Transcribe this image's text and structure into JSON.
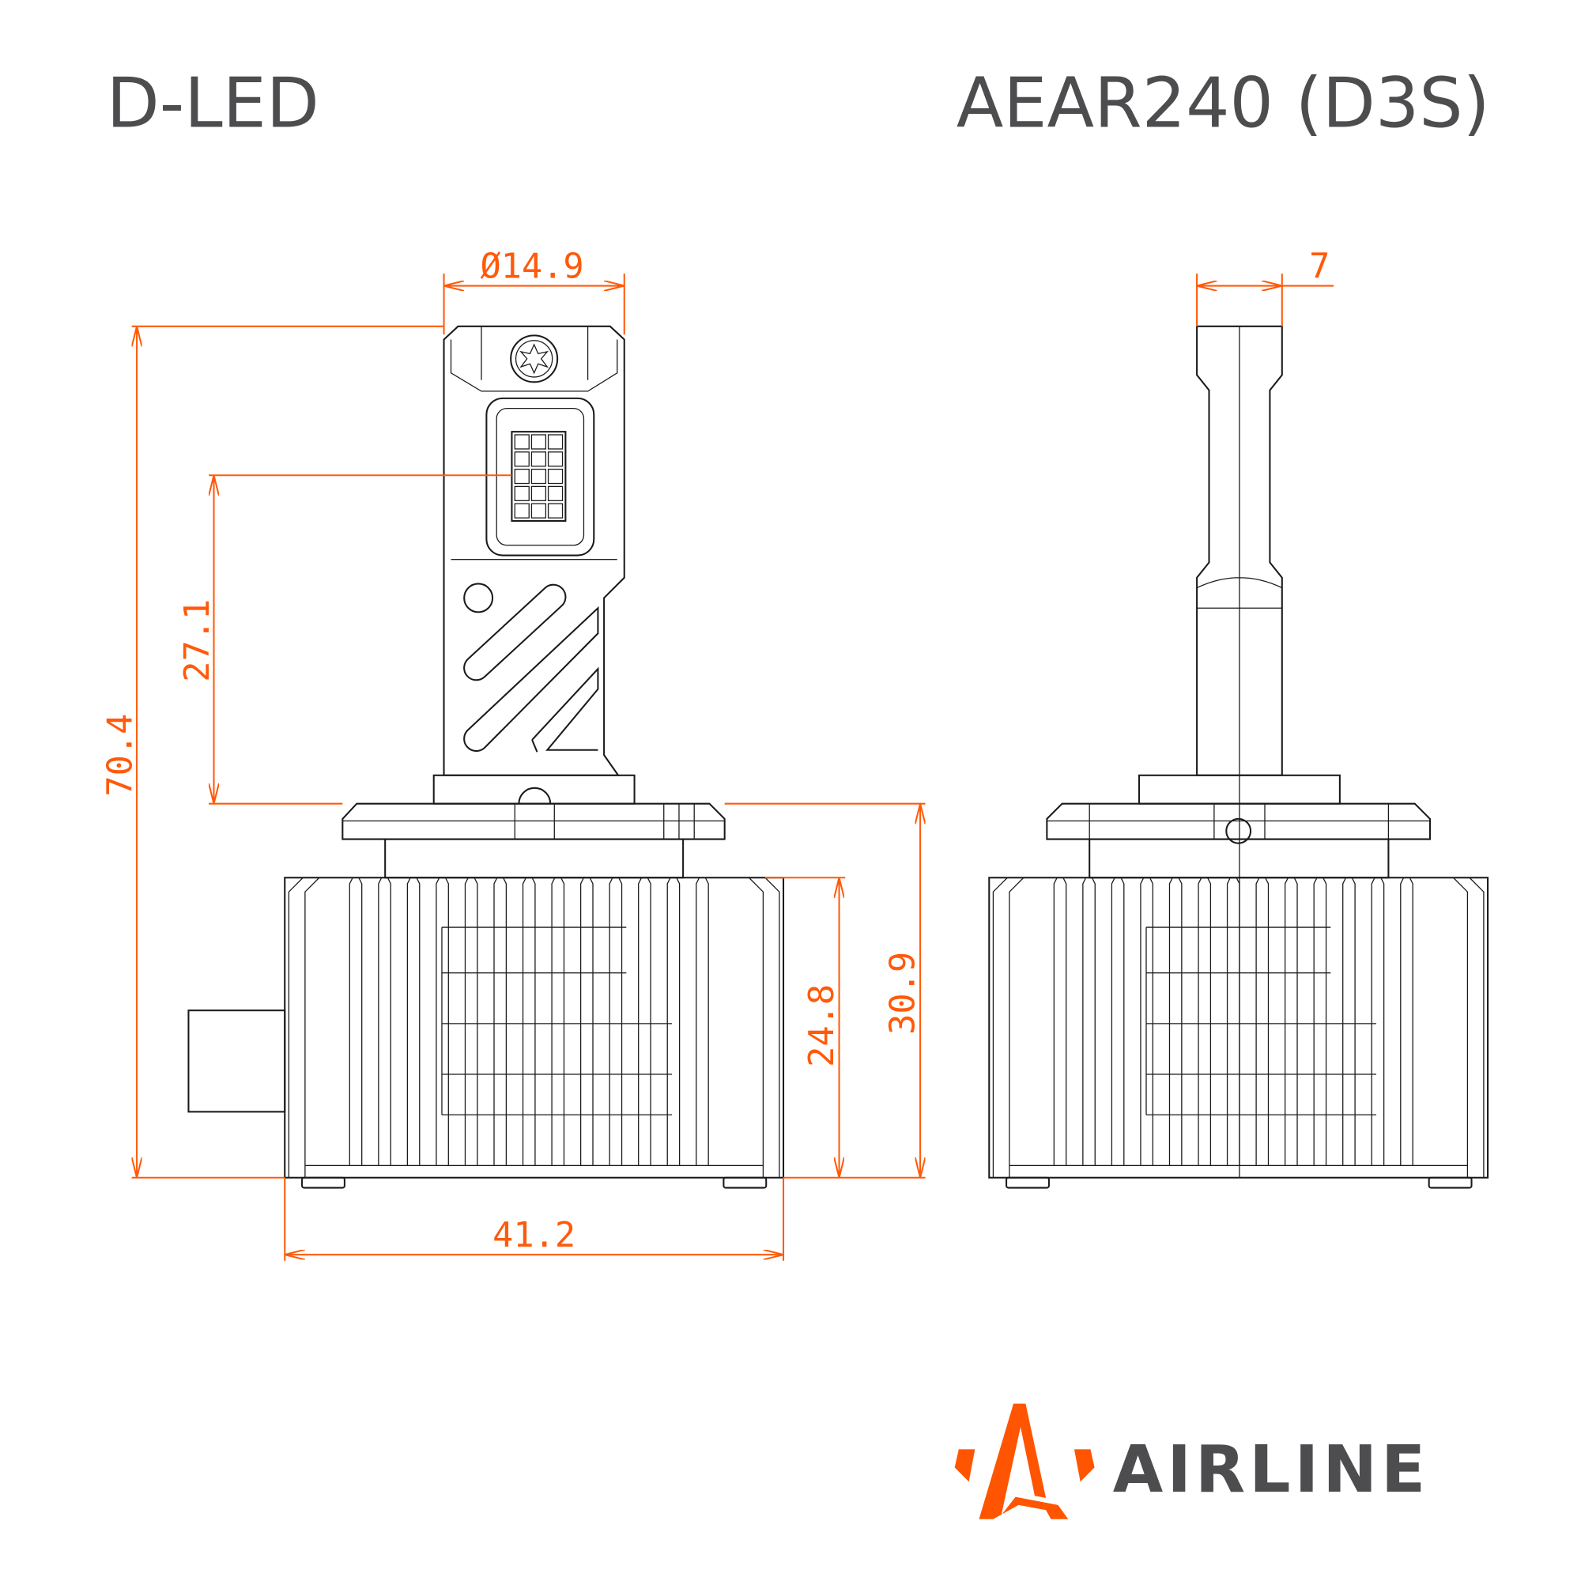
{
  "header": {
    "left_title": "D-LED",
    "right_title": "AEAR240 (D3S)"
  },
  "dimensions": {
    "diameter": "Ø14.9",
    "total_height": "70.4",
    "led_height": "27.1",
    "heatsink_height": "24.8",
    "base_height": "30.9",
    "width": "41.2",
    "thickness": "7"
  },
  "brand": {
    "name": "AIRLINE",
    "accent_color": "#ff5500",
    "text_color": "#4d4d4f"
  },
  "colors": {
    "dimension": "#ff5a0a",
    "outline": "#1a1a1a"
  }
}
